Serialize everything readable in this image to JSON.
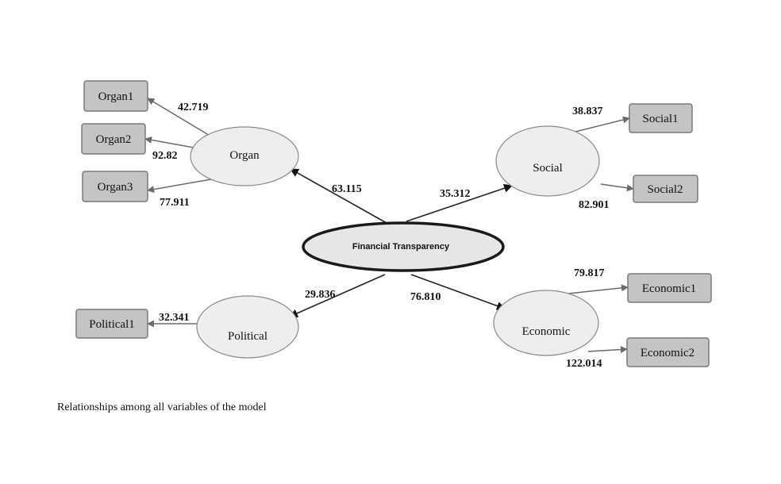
{
  "center": {
    "label": "Financial Transparency"
  },
  "constructs": {
    "organ": "Organ",
    "social": "Social",
    "political": "Political",
    "economic": "Economic"
  },
  "indicators": {
    "organ1": "Organ1",
    "organ2": "Organ2",
    "organ3": "Organ3",
    "social1": "Social1",
    "social2": "Social2",
    "political1": "Political1",
    "economic1": "Economic1",
    "economic2": "Economic2"
  },
  "path_coefficients": {
    "organ": "63.115",
    "social": "35.312",
    "political": "29.836",
    "economic": "76.810"
  },
  "loadings": {
    "organ1": "42.719",
    "organ2": "92.82",
    "organ3": "77.911",
    "social1": "38.837",
    "social2": "82.901",
    "political1": "32.341",
    "economic1": "79.817",
    "economic2": "122.014"
  },
  "caption": "Relationships among all variables of the model"
}
